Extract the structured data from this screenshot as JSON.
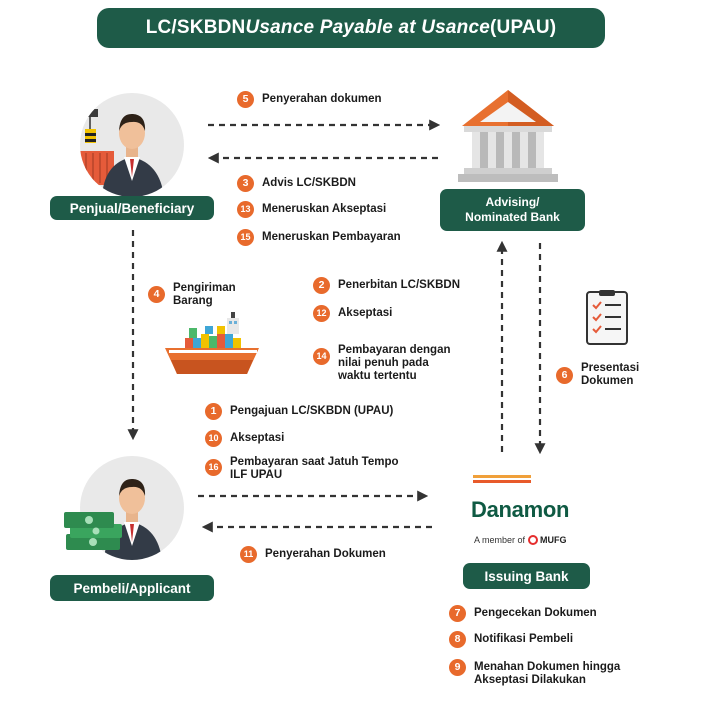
{
  "title": {
    "prefix": "LC/SKBDN ",
    "italic": "Usance Payable at Usance",
    "suffix": " (UPAU)"
  },
  "parties": {
    "seller": "Penjual/Beneficiary",
    "advising_bank": "Advising/\nNominated Bank",
    "buyer": "Pembeli/Applicant",
    "issuing_bank": "Issuing Bank"
  },
  "danamon": {
    "name": "Danamon",
    "member_prefix": "A member of",
    "mufg": "MUFG"
  },
  "steps": {
    "s1": {
      "num": "1",
      "text": "Pengajuan LC/SKBDN (UPAU)"
    },
    "s2": {
      "num": "2",
      "text": "Penerbitan LC/SKBDN"
    },
    "s3": {
      "num": "3",
      "text": "Advis LC/SKBDN"
    },
    "s4": {
      "num": "4",
      "text": "Pengiriman\nBarang"
    },
    "s5": {
      "num": "5",
      "text": "Penyerahan dokumen"
    },
    "s6": {
      "num": "6",
      "text": "Presentasi\nDokumen"
    },
    "s7": {
      "num": "7",
      "text": "Pengecekan Dokumen"
    },
    "s8": {
      "num": "8",
      "text": "Notifikasi Pembeli"
    },
    "s9": {
      "num": "9",
      "text": "Menahan Dokumen hingga\nAkseptasi Dilakukan"
    },
    "s10": {
      "num": "10",
      "text": "Akseptasi"
    },
    "s11": {
      "num": "11",
      "text": "Penyerahan Dokumen"
    },
    "s12": {
      "num": "12",
      "text": "Akseptasi"
    },
    "s13": {
      "num": "13",
      "text": "Meneruskan Akseptasi"
    },
    "s14": {
      "num": "14",
      "text": "Pembayaran dengan\nnilai penuh pada\nwaktu tertentu"
    },
    "s15": {
      "num": "15",
      "text": "Meneruskan Pembayaran"
    },
    "s16": {
      "num": "16",
      "text": "Pembayaran saat Jatuh Tempo\nILF UPAU"
    }
  },
  "icons": {
    "seller": "businessman-with-container-crane-icon",
    "bank": "bank-building-icon",
    "ship": "cargo-ship-icon",
    "document": "checklist-document-icon",
    "buyer": "businessman-with-money-icon"
  },
  "colors": {
    "green": "#1e5b48",
    "orange": "#e86a2c",
    "arrow": "#333333"
  }
}
